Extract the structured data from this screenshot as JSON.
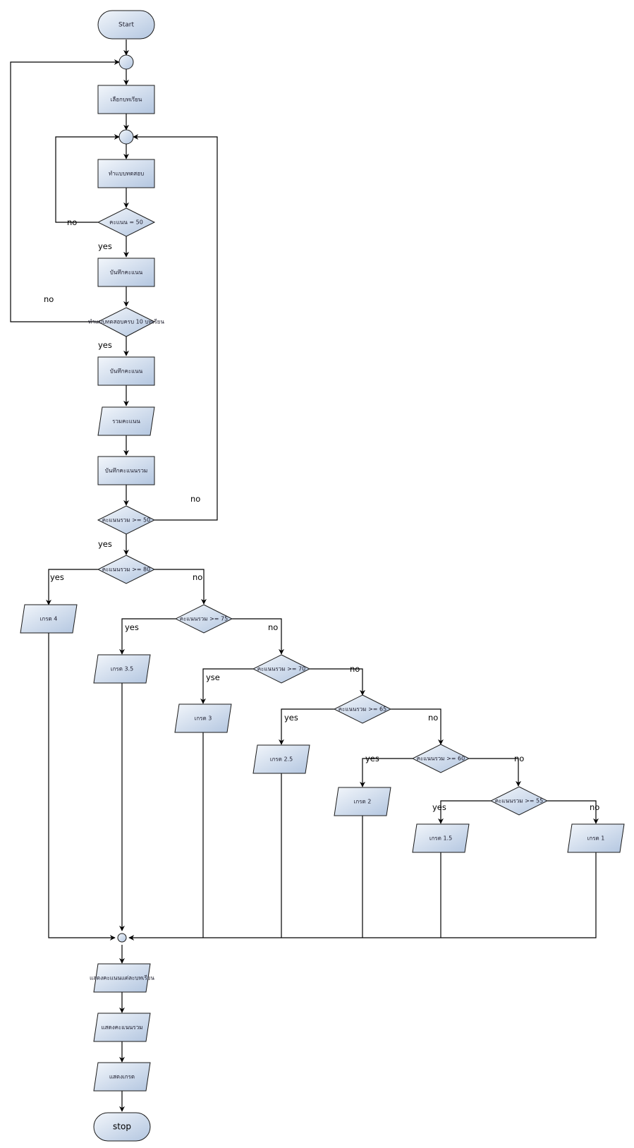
{
  "nodes": {
    "start": "Start",
    "select_lesson": "เลือกบทเรียน",
    "do_test": "ทำแบบทดสอบ",
    "check_50": "คะแนน = 50",
    "save_score_1": "บันทึกคะแนน",
    "check_10": "ทำแบบทดสอบครบ 10 บทเรียน",
    "save_score_2": "บันทึกคะแนน",
    "sum_score": "รวมคะแนน",
    "save_total": "บันทึกคะแนนรวม",
    "total_50": "คะแนนรวม >= 50",
    "total_80": "คะแนนรวม >= 80",
    "grade_4": "เกรด 4",
    "total_75": "คะแนนรวม >= 75",
    "grade_35": "เกรด 3.5",
    "total_70": "คะแนนรวม >= 70",
    "grade_3": "เกรด 3",
    "total_65": "คะแนนรวม >= 65",
    "grade_25": "เกรด 2.5",
    "total_60": "คะแนนรวม >= 60",
    "grade_2": "เกรด 2",
    "total_55": "คะแนนรวม >= 55",
    "grade_15": "เกรด 1.5",
    "grade_1": "เกรด 1",
    "show_each": "แสดงคะแนนแต่ละบทเรียน",
    "show_total": "แสดงคะแนนรวม",
    "show_grade": "แสดงเกรด",
    "stop": "stop"
  },
  "edge_labels": {
    "check50_no": "no",
    "check50_yes": "yes",
    "check10_no": "no",
    "check10_yes": "yes",
    "total50_no": "no",
    "total50_yes": "yes",
    "total80_yes": "yes",
    "total80_no": "no",
    "total75_yes": "yes",
    "total75_no": "no",
    "total70_yes": "yse",
    "total70_no": "no",
    "total65_yes": "yes",
    "total65_no": "no",
    "total60_yes": "yes",
    "total60_no": "no",
    "total55_yes": "yes",
    "total55_no": "no"
  }
}
